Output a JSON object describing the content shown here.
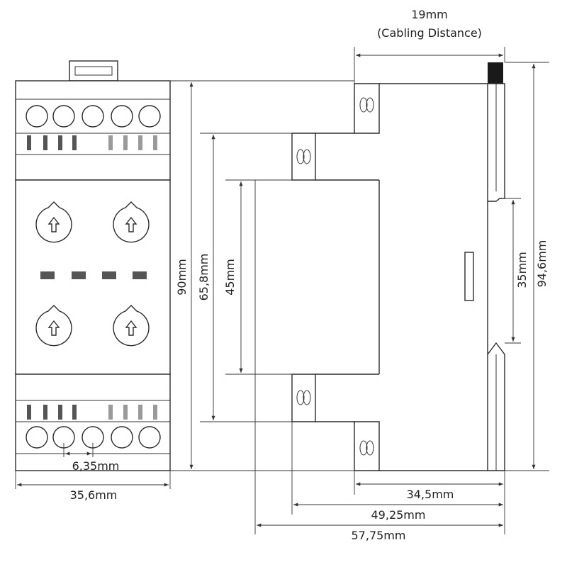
{
  "dimensions": {
    "cabling_distance_value": "19mm",
    "cabling_distance_caption": "(Cabling Distance)",
    "height_total": "90mm",
    "height_middle": "65,8mm",
    "height_inner": "45mm",
    "rail_height": "35mm",
    "overall_height": "94,6mm",
    "terminal_pitch": "6,35mm",
    "front_width": "35,6mm",
    "depth_1": "34,5mm",
    "depth_2": "49,25mm",
    "depth_3": "57,75mm"
  },
  "colors": {
    "line": "#2b2b2b",
    "led_dark": "#555555",
    "led_light": "#9a9a9a",
    "rail_clip": "#1a1a1a"
  }
}
